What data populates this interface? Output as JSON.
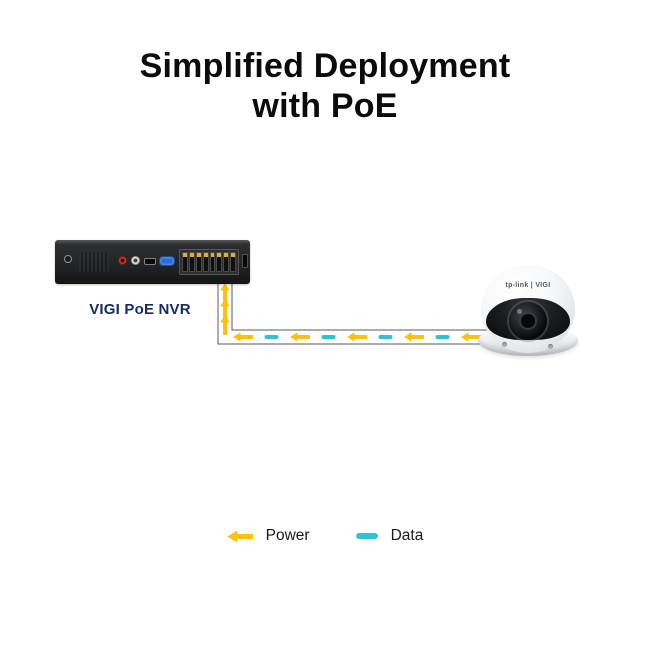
{
  "title": {
    "line1": "Simplified Deployment",
    "line2": "with PoE"
  },
  "nvr": {
    "label": "VIGI PoE NVR",
    "port_count": 8
  },
  "camera": {
    "brand_text": "tp-link | VIGI"
  },
  "cable": {
    "vertical_marks": [
      "power",
      "power",
      "power"
    ],
    "horizontal_marks": [
      "power",
      "data",
      "power",
      "data",
      "power",
      "data",
      "power",
      "data",
      "power"
    ]
  },
  "legend": [
    {
      "label": "Power",
      "icon": "power-arrow-icon"
    },
    {
      "label": "Data",
      "icon": "data-dash-icon"
    }
  ],
  "colors": {
    "power": "#ffc10e",
    "data": "#2cc5cf",
    "nvr_label": "#182c61"
  }
}
